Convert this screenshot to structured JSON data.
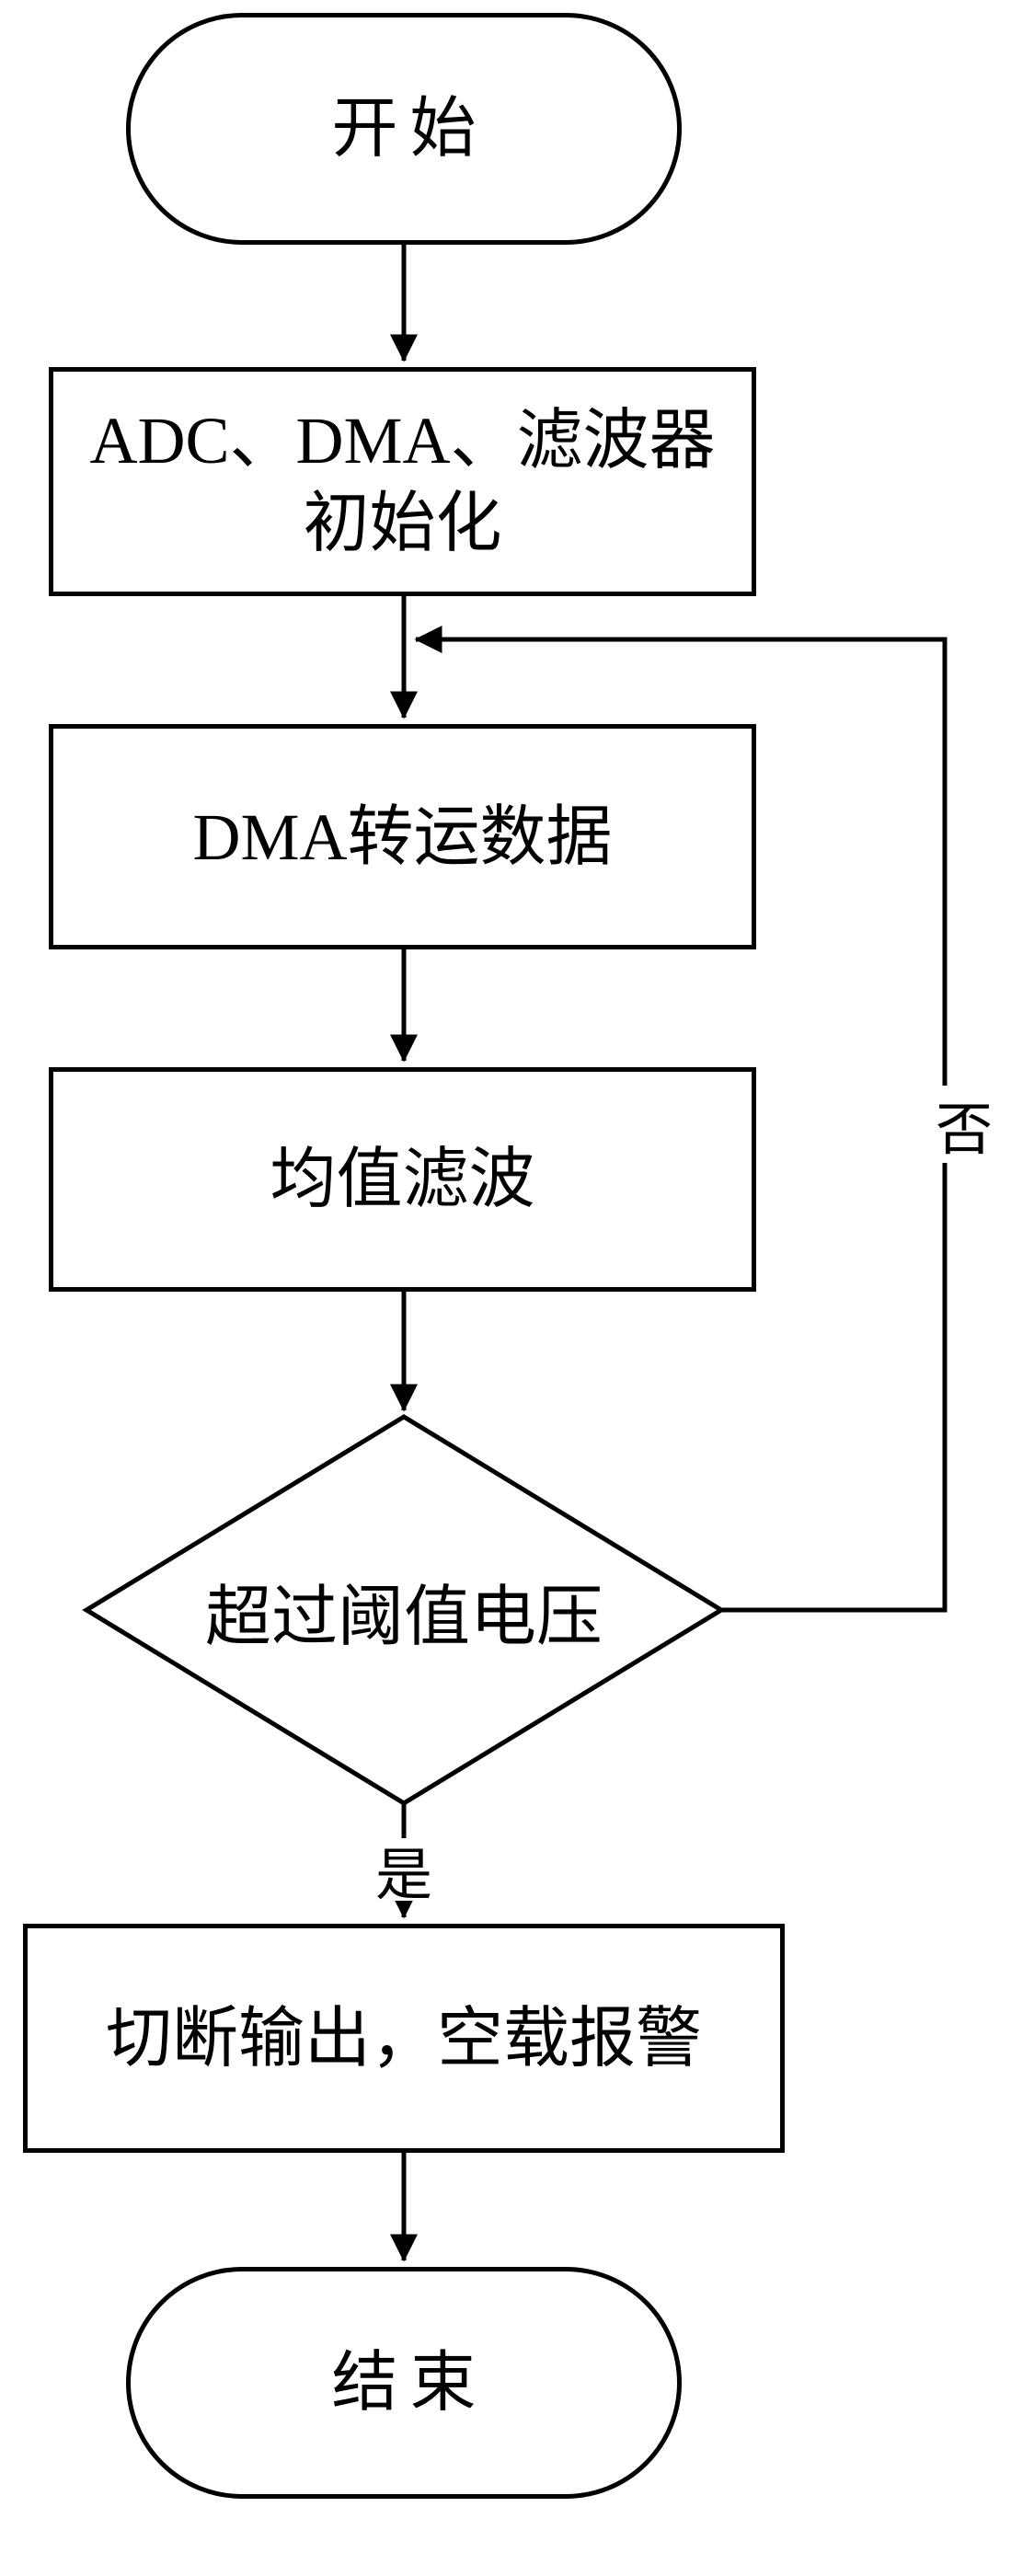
{
  "flowchart": {
    "start": {
      "label": "开始"
    },
    "init": {
      "line1": "ADC、DMA、滤波器",
      "line2": "初始化"
    },
    "dma": {
      "label": "DMA转运数据"
    },
    "filter": {
      "label": "均值滤波"
    },
    "decision": {
      "label": "超过阈值电压"
    },
    "alarm": {
      "label": "切断输出，空载报警"
    },
    "end": {
      "label": "结束"
    },
    "yes_label": "是",
    "no_label": "否"
  },
  "colors": {
    "stroke": "#000000",
    "background": "#ffffff"
  }
}
